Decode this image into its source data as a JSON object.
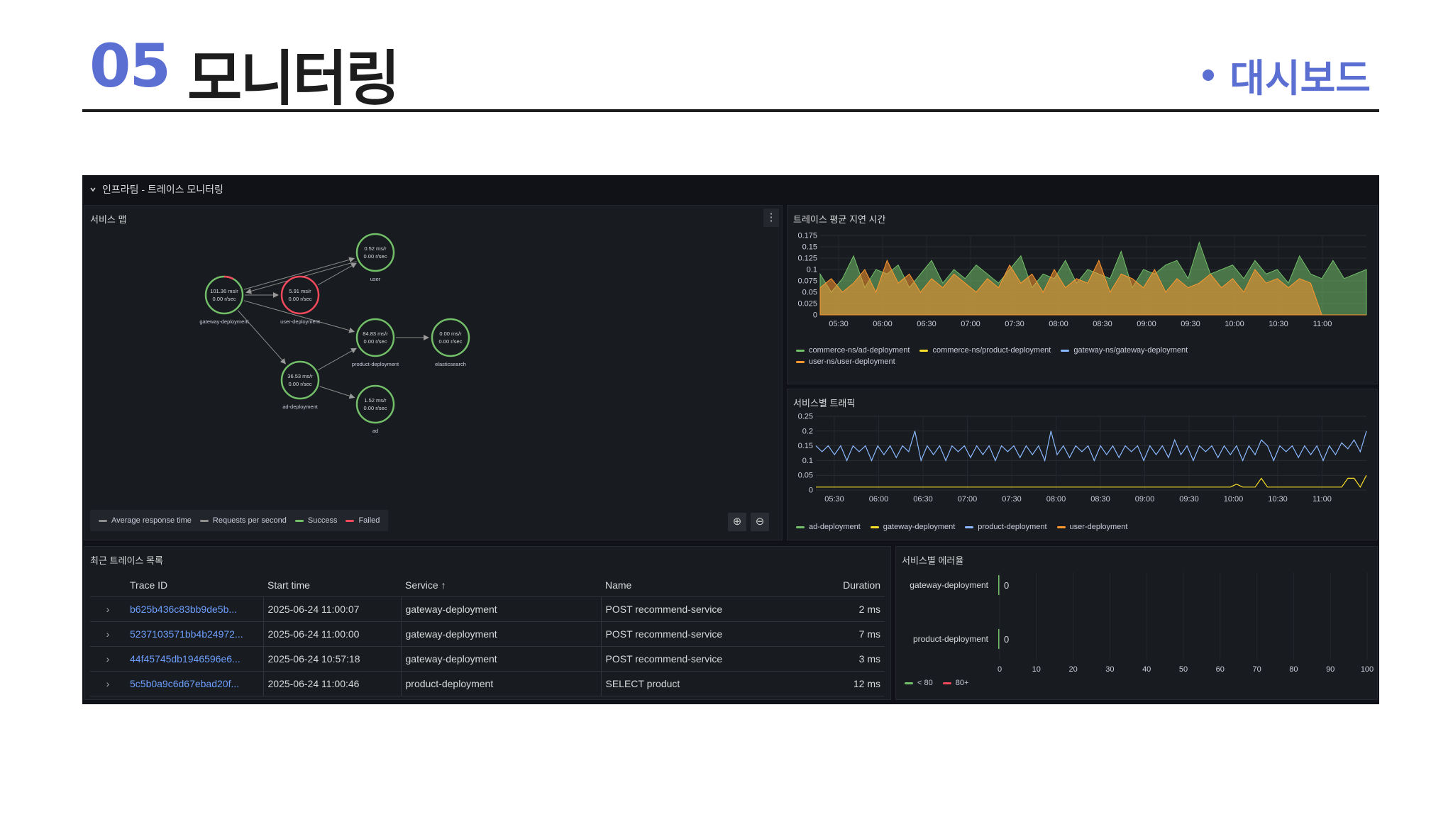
{
  "slide": {
    "number": "05",
    "title": "모니터링",
    "subtitle": "대시보드",
    "accent_color": "#5b6fd3"
  },
  "dashboard": {
    "row_title": "인프라팀 - 트레이스 모니터링",
    "row_icon": "chevron-down-icon",
    "service_map": {
      "title": "서비스 맵",
      "nodes": [
        {
          "id": "user",
          "label": "user",
          "stat1": "0.52 ms/r",
          "stat2": "0.00 r/sec",
          "status": "success"
        },
        {
          "id": "gateway",
          "label": "gateway-deployment",
          "stat1": "101.36 ms/r",
          "stat2": "0.00 r/sec",
          "status": "success"
        },
        {
          "id": "userdep",
          "label": "user-deployment",
          "stat1": "5.91 ms/r",
          "stat2": "0.00 r/sec",
          "status": "failed"
        },
        {
          "id": "product",
          "label": "product-deployment",
          "stat1": "84.83 ms/r",
          "stat2": "0.00 r/sec",
          "status": "success"
        },
        {
          "id": "elastic",
          "label": "elasticsearch",
          "stat1": "0.00 ms/r",
          "stat2": "0.00 r/sec",
          "status": "success"
        },
        {
          "id": "addep",
          "label": "ad-deployment",
          "stat1": "36.53 ms/r",
          "stat2": "0.00 r/sec",
          "status": "success"
        },
        {
          "id": "ad",
          "label": "ad",
          "stat1": "1.52 ms/r",
          "stat2": "0.00 r/sec",
          "status": "success"
        }
      ],
      "legend": [
        "Average response time",
        "Requests per second",
        "Success",
        "Failed"
      ],
      "legend_colors": [
        "#8e8e8e",
        "#8e8e8e",
        "#73bf69",
        "#f2495c"
      ]
    },
    "latency": {
      "title": "트레이스 평균 지연 시간",
      "legend": [
        "commerce-ns/ad-deployment",
        "commerce-ns/product-deployment",
        "gateway-ns/gateway-deployment",
        "user-ns/user-deployment"
      ],
      "legend_colors": [
        "#73bf69",
        "#fade2a",
        "#8ab8ff",
        "#ff9830"
      ]
    },
    "traffic": {
      "title": "서비스별 트래픽",
      "legend": [
        "ad-deployment",
        "gateway-deployment",
        "product-deployment",
        "user-deployment"
      ],
      "legend_colors": [
        "#73bf69",
        "#fade2a",
        "#8ab8ff",
        "#ff9830"
      ]
    },
    "traces": {
      "title": "최근 트레이스 목록",
      "columns": {
        "id": "Trace ID",
        "start": "Start time",
        "service": "Service",
        "sort_icon": "↑",
        "name": "Name",
        "duration": "Duration"
      },
      "rows": [
        {
          "id": "b625b436c83bb9de5b...",
          "start": "2025-06-24 11:00:07",
          "service": "gateway-deployment",
          "name": "POST recommend-service",
          "duration": "2 ms"
        },
        {
          "id": "5237103571bb4b24972...",
          "start": "2025-06-24 11:00:00",
          "service": "gateway-deployment",
          "name": "POST recommend-service",
          "duration": "7 ms"
        },
        {
          "id": "44f45745db1946596e6...",
          "start": "2025-06-24 10:57:18",
          "service": "gateway-deployment",
          "name": "POST recommend-service",
          "duration": "3 ms"
        },
        {
          "id": "5c5b0a9c6d67ebad20f...",
          "start": "2025-06-24 11:00:46",
          "service": "product-deployment",
          "name": "SELECT product",
          "duration": "12 ms"
        }
      ]
    },
    "errors": {
      "title": "서비스별 에러율",
      "legend": [
        "< 80",
        "80+"
      ],
      "legend_colors": [
        "#73bf69",
        "#f2495c"
      ]
    }
  },
  "chart_data": [
    {
      "type": "area",
      "title": "트레이스 평균 지연 시간",
      "x": [
        "05:30",
        "06:00",
        "06:30",
        "07:00",
        "07:30",
        "08:00",
        "08:30",
        "09:00",
        "09:30",
        "10:00",
        "10:30",
        "11:00"
      ],
      "ylim": [
        0,
        0.175
      ],
      "yticks": [
        0,
        0.025,
        0.05,
        0.075,
        0.1,
        0.125,
        0.15,
        0.175
      ],
      "series": [
        {
          "name": "commerce-ns/ad-deployment",
          "color": "#73bf69",
          "values": [
            0.09,
            0.05,
            0.08,
            0.13,
            0.06,
            0.1,
            0.09,
            0.11,
            0.06,
            0.09,
            0.12,
            0.07,
            0.1,
            0.08,
            0.11,
            0.09,
            0.07,
            0.1,
            0.13,
            0.06,
            0.09,
            0.08,
            0.12,
            0.07,
            0.1,
            0.09,
            0.08,
            0.14,
            0.06,
            0.1,
            0.09,
            0.11,
            0.12,
            0.08,
            0.16,
            0.09,
            0.1,
            0.11,
            0.08,
            0.12,
            0.09,
            0.1,
            0.07,
            0.13,
            0.09,
            0.08,
            0.12,
            0.08,
            0.09,
            0.1
          ]
        },
        {
          "name": "user-ns/user-deployment",
          "color": "#ff9830",
          "values": [
            0.06,
            0.08,
            0.05,
            0.07,
            0.1,
            0.05,
            0.12,
            0.07,
            0.09,
            0.05,
            0.08,
            0.06,
            0.09,
            0.07,
            0.05,
            0.08,
            0.06,
            0.11,
            0.07,
            0.09,
            0.05,
            0.1,
            0.06,
            0.08,
            0.07,
            0.12,
            0.05,
            0.09,
            0.08,
            0.06,
            0.1,
            0.05,
            0.08,
            0.06,
            0.07,
            0.09,
            0.06,
            0.08,
            0.05,
            0.1,
            0.07,
            0.08,
            0.06,
            0.08,
            0.07,
            0,
            0,
            0,
            0,
            0
          ]
        }
      ]
    },
    {
      "type": "line",
      "title": "서비스별 트래픽",
      "x": [
        "05:30",
        "06:00",
        "06:30",
        "07:00",
        "07:30",
        "08:00",
        "08:30",
        "09:00",
        "09:30",
        "10:00",
        "10:30",
        "11:00"
      ],
      "ylim": [
        0,
        0.25
      ],
      "yticks": [
        0,
        0.05,
        0.1,
        0.15,
        0.2,
        0.25
      ],
      "series": [
        {
          "name": "product-deployment",
          "color": "#8ab8ff",
          "values": [
            0.15,
            0.13,
            0.15,
            0.12,
            0.15,
            0.1,
            0.15,
            0.13,
            0.15,
            0.1,
            0.15,
            0.12,
            0.15,
            0.11,
            0.15,
            0.13,
            0.2,
            0.1,
            0.15,
            0.12,
            0.15,
            0.1,
            0.15,
            0.13,
            0.15,
            0.11,
            0.15,
            0.12,
            0.15,
            0.1,
            0.15,
            0.13,
            0.15,
            0.11,
            0.15,
            0.12,
            0.15,
            0.1,
            0.2,
            0.12,
            0.15,
            0.11,
            0.15,
            0.13,
            0.15,
            0.1,
            0.15,
            0.12,
            0.15,
            0.11,
            0.15,
            0.13,
            0.15,
            0.1,
            0.15,
            0.12,
            0.15,
            0.11,
            0.17,
            0.12,
            0.15,
            0.1,
            0.15,
            0.13,
            0.15,
            0.11,
            0.15,
            0.12,
            0.15,
            0.1,
            0.15,
            0.12,
            0.17,
            0.15,
            0.1,
            0.15,
            0.13,
            0.15,
            0.11,
            0.15,
            0.12,
            0.15,
            0.1,
            0.15,
            0.12,
            0.16,
            0.14,
            0.17,
            0.13,
            0.2
          ]
        },
        {
          "name": "gateway-deployment",
          "color": "#fade2a",
          "values": [
            0.01,
            0.01,
            0.01,
            0.01,
            0.01,
            0.01,
            0.01,
            0.01,
            0.01,
            0.01,
            0.01,
            0.01,
            0.01,
            0.01,
            0.01,
            0.01,
            0.01,
            0.01,
            0.01,
            0.01,
            0.01,
            0.01,
            0.01,
            0.01,
            0.01,
            0.01,
            0.01,
            0.01,
            0.01,
            0.01,
            0.01,
            0.01,
            0.01,
            0.01,
            0.01,
            0.01,
            0.01,
            0.01,
            0.01,
            0.01,
            0.01,
            0.01,
            0.01,
            0.01,
            0.01,
            0.01,
            0.01,
            0.01,
            0.01,
            0.01,
            0.01,
            0.01,
            0.01,
            0.01,
            0.01,
            0.01,
            0.01,
            0.01,
            0.01,
            0.01,
            0.01,
            0.01,
            0.01,
            0.01,
            0.01,
            0.01,
            0.01,
            0.01,
            0.02,
            0.01,
            0.01,
            0.01,
            0.04,
            0.01,
            0.01,
            0.01,
            0.01,
            0.01,
            0.01,
            0.01,
            0.01,
            0.01,
            0.01,
            0.01,
            0.01,
            0.01,
            0.04,
            0.04,
            0.01,
            0.05
          ]
        }
      ]
    },
    {
      "type": "bar",
      "title": "서비스별 에러율",
      "categories": [
        "gateway-deployment",
        "product-deployment"
      ],
      "values": [
        0,
        0
      ],
      "xlim": [
        0,
        100
      ],
      "xticks": [
        0,
        10,
        20,
        30,
        40,
        50,
        60,
        70,
        80,
        90,
        100
      ],
      "xtick_labels": [
        "0",
        "10",
        "20",
        "30",
        "40",
        "50",
        "60",
        "70",
        "80",
        "90",
        "100"
      ]
    }
  ]
}
